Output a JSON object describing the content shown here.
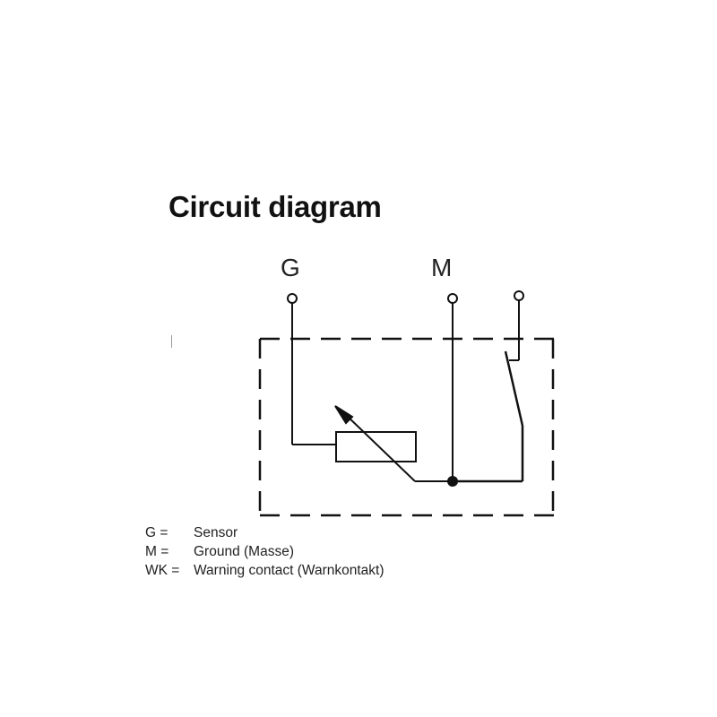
{
  "title": "Circuit diagram",
  "terminals": [
    {
      "id": "G",
      "label": "G"
    },
    {
      "id": "M",
      "label": "M"
    },
    {
      "id": "WK",
      "label": ""
    }
  ],
  "legend": [
    {
      "key": "G =",
      "value": "Sensor"
    },
    {
      "key": "M =",
      "value": "Ground (Masse)"
    },
    {
      "key": "WK =",
      "value": "Warning contact (Warnkontakt)"
    }
  ],
  "colors": {
    "line": "#111111",
    "text": "#222222"
  }
}
